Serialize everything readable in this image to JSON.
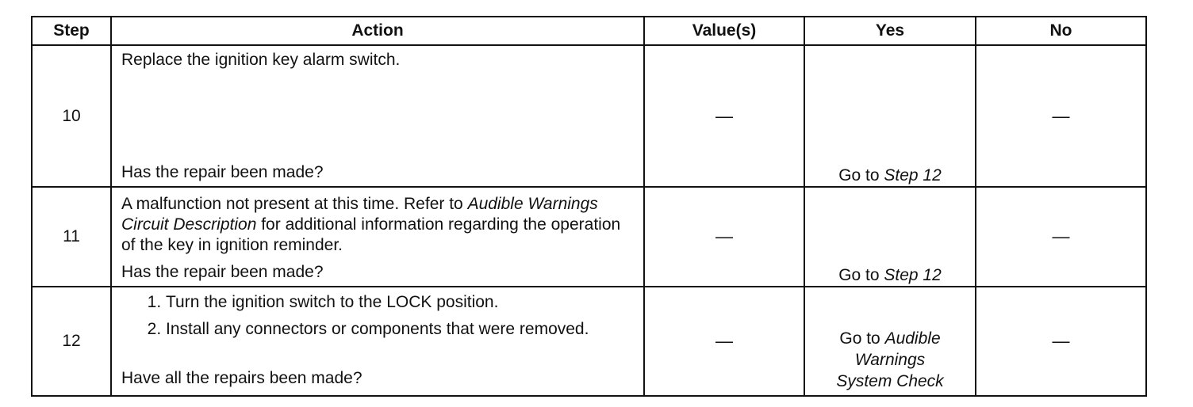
{
  "headers": {
    "step": "Step",
    "action": "Action",
    "values": "Value(s)",
    "yes": "Yes",
    "no": "No"
  },
  "rows": [
    {
      "step": "10",
      "action_text": "Replace the ignition key alarm switch.",
      "question": "Has the repair been made?",
      "value": "—",
      "yes_prefix": "Go to ",
      "yes_link": "Step 12",
      "no": "—"
    },
    {
      "step": "11",
      "action_pre": "A malfunction not present at this time. Refer to ",
      "action_ref": "Audible Warnings Circuit Description",
      "action_post": " for additional information regarding the operation of the key in ignition reminder.",
      "question": "Has the repair been made?",
      "value": "—",
      "yes_prefix": "Go to ",
      "yes_link": "Step 12",
      "no": "—"
    },
    {
      "step": "12",
      "steps": [
        "Turn the ignition switch to the LOCK position.",
        "Install any connectors or components that were removed."
      ],
      "question": "Have all the repairs been made?",
      "value": "—",
      "yes_prefix": "Go to ",
      "yes_link_line1": "Audible",
      "yes_link_line2": "Warnings",
      "yes_link_line3": "System Check",
      "no": "—"
    }
  ]
}
